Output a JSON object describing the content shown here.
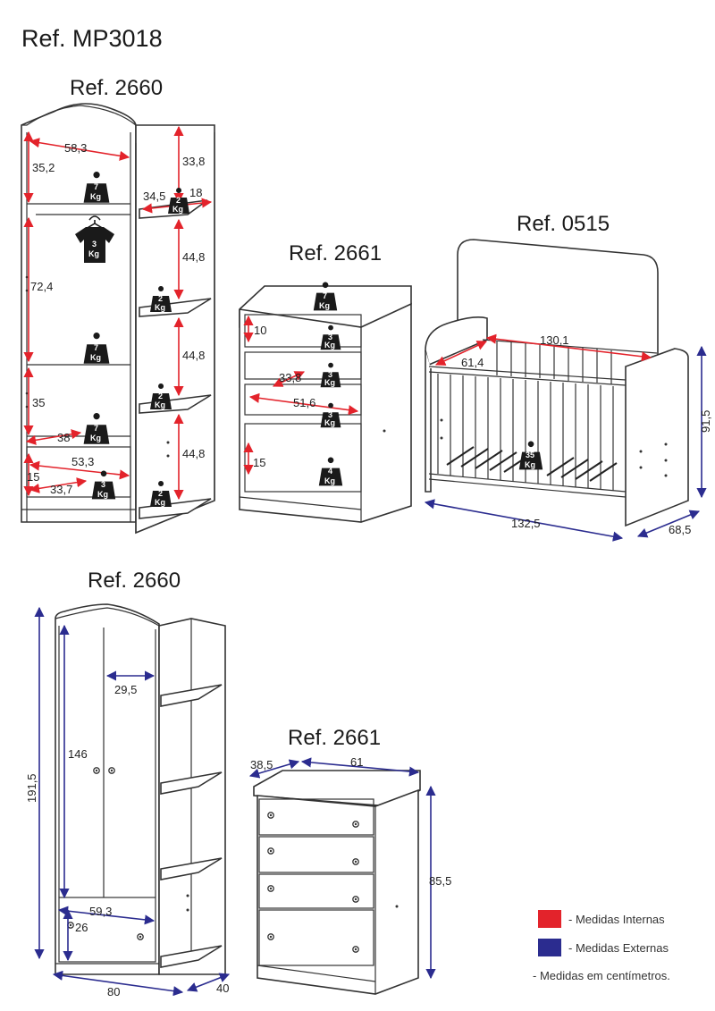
{
  "title": "Ref. MP3018",
  "refs": {
    "wardrobe_top": "Ref. 2660",
    "dresser_top": "Ref. 2661",
    "crib": "Ref. 0515",
    "wardrobe_bottom": "Ref. 2660",
    "dresser_bottom": "Ref. 2661"
  },
  "internal_dims": {
    "w_58_3": "58,3",
    "w_35_2": "35,2",
    "w_33_8a": "33,8",
    "w_34_5": "34,5",
    "w_18": "18",
    "w_72_4": "72,4",
    "w_44_8a": "44,8",
    "w_44_8b": "44,8",
    "w_44_8c": "44,8",
    "w_35": "35",
    "w_38": "38",
    "w_53_3": "53,3",
    "w_15a": "15",
    "w_33_7": "33,7",
    "d_10": "10",
    "d_33_8": "33,8",
    "d_51_6": "51,6",
    "d_15": "15",
    "c_130_1": "130,1",
    "c_61_4": "61,4"
  },
  "external_dims": {
    "c_91_5": "91,5",
    "c_132_5": "132,5",
    "c_68_5": "68,5",
    "wb_191_5": "191,5",
    "wb_29_5": "29,5",
    "wb_146": "146",
    "wb_59_3": "59,3",
    "wb_26": "26",
    "wb_80": "80",
    "wb_40": "40",
    "db_38_5": "38,5",
    "db_61": "61",
    "db_85_5": "85,5"
  },
  "weights": {
    "w7a_n": "7",
    "w7b_n": "7",
    "w7c_n": "7",
    "w3a_n": "3",
    "w2a_n": "2",
    "w2b_n": "2",
    "w2c_n": "2",
    "w2d_n": "2",
    "w3hang_n": "3",
    "d7_n": "7",
    "d3a_n": "3",
    "d3b_n": "3",
    "d3c_n": "3",
    "d4_n": "4",
    "c35_n": "35",
    "unit": "Kg"
  },
  "legend": {
    "internal": "- Medidas Internas",
    "external": "- Medidas Externas",
    "note": "- Medidas em centímetros.",
    "internal_color": "#e3232b",
    "external_color": "#2b2c8f"
  }
}
